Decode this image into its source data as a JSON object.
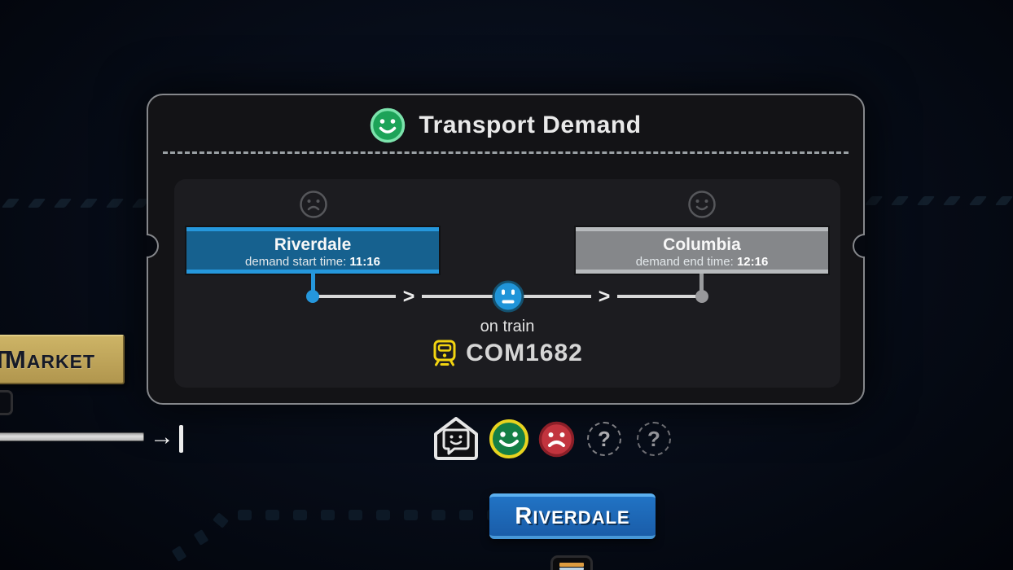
{
  "panel": {
    "title": "Transport Demand",
    "origin": {
      "name": "Riverdale",
      "label": "demand start time: ",
      "time": "11:16",
      "mood": "sad"
    },
    "destination": {
      "name": "Columbia",
      "label": "demand end time: ",
      "time": "12:16",
      "mood": "happy"
    },
    "journey": {
      "on_train_label": "on train",
      "train_id": "COM1682",
      "chevron_glyph": ">"
    }
  },
  "toolbar": {
    "question_mark": "?"
  },
  "hud": {
    "arrow_glyph": "→"
  },
  "market_banner": {
    "label": "Market",
    "clipped_prefix": "T"
  },
  "station_banner": {
    "label": "Riverdale"
  },
  "colors": {
    "accent_blue": "#2597dc",
    "station_gray": "#85878a",
    "panel_bg": "#131316",
    "inner_bg": "#1c1c20",
    "happy_green": "#1d8f4e",
    "ring_yellow": "#e8d41f",
    "sad_red": "#c2343e",
    "gold": "#c9b15f",
    "timeline_line": "#d8d8d8",
    "train_yellow": "#f2d410"
  }
}
